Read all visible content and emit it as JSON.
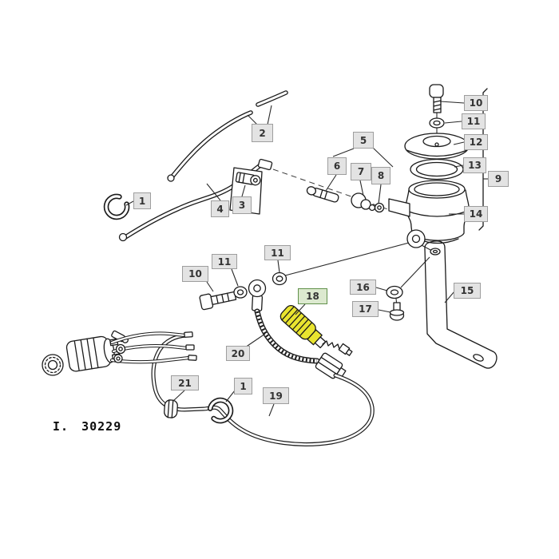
{
  "diagram": {
    "caption": "I. 30229",
    "selected_part": "18",
    "colors": {
      "line": "#1b1b1b",
      "label_bg": "#e3e3e3",
      "label_border": "#9e9e9e",
      "label_text": "#333333",
      "selected_label_bg": "#dce9cf",
      "selected_label_border": "#61914b",
      "highlight": "#e9e42f"
    }
  },
  "labels": [
    {
      "text": "10"
    },
    {
      "text": "11"
    },
    {
      "text": "12"
    },
    {
      "text": "13"
    },
    {
      "text": "9"
    },
    {
      "text": "14"
    },
    {
      "text": "2"
    },
    {
      "text": "1"
    },
    {
      "text": "4"
    },
    {
      "text": "3"
    },
    {
      "text": "5"
    },
    {
      "text": "6"
    },
    {
      "text": "7"
    },
    {
      "text": "8"
    },
    {
      "text": "11"
    },
    {
      "text": "11"
    },
    {
      "text": "10"
    },
    {
      "text": "18"
    },
    {
      "text": "20"
    },
    {
      "text": "16"
    },
    {
      "text": "17"
    },
    {
      "text": "15"
    },
    {
      "text": "21"
    },
    {
      "text": "1"
    },
    {
      "text": "19"
    }
  ]
}
